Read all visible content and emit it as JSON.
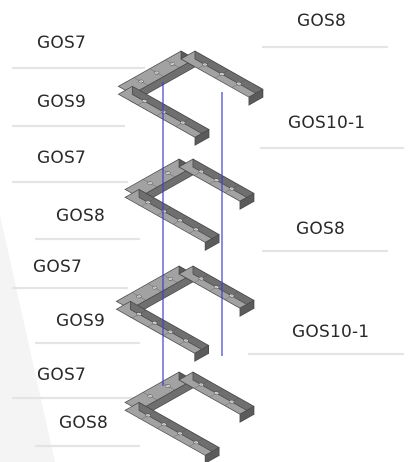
{
  "colors": {
    "beam_top": "#a2a2a2",
    "beam_side": "#6f6f6f",
    "beam_end": "#5b5b5b",
    "beam_edge": "#474747",
    "bolt": "#dcdcdc",
    "rod": "#3f3fd0",
    "leader": "#e4e4e4",
    "label": "#2a2a2a",
    "background_shade": "#f4f4f4"
  },
  "labels": [
    {
      "id": "l1",
      "text": "GOS8"
    },
    {
      "id": "l2",
      "text": "GOS7"
    },
    {
      "id": "l3",
      "text": "GOS9"
    },
    {
      "id": "l4",
      "text": "GOS10-1"
    },
    {
      "id": "l5",
      "text": "GOS7"
    },
    {
      "id": "l6",
      "text": "GOS8"
    },
    {
      "id": "l7",
      "text": "GOS8"
    },
    {
      "id": "l8",
      "text": "GOS7"
    },
    {
      "id": "l9",
      "text": "GOS9"
    },
    {
      "id": "l10",
      "text": "GOS10-1"
    },
    {
      "id": "l11",
      "text": "GOS7"
    },
    {
      "id": "l12",
      "text": "GOS8"
    }
  ]
}
